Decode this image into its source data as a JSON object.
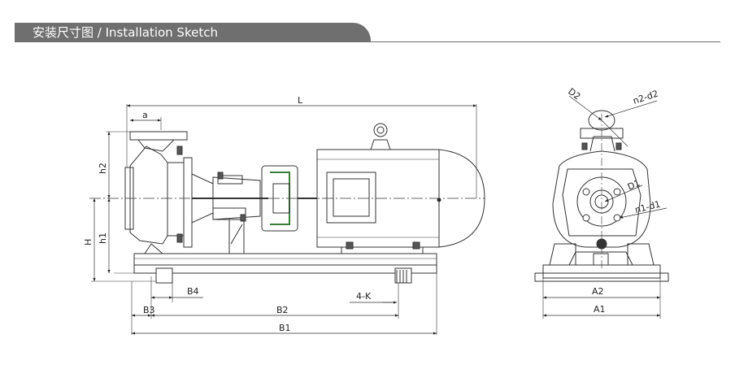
{
  "header": {
    "title": "安装尺寸图 / Installation Sketch",
    "accent_color": "#6f6f6f"
  },
  "side_view": {
    "labels": {
      "L": "L",
      "a": "a",
      "h2": "h2",
      "h1": "h1",
      "H": "H",
      "B4": "B4",
      "B3": "B3",
      "B2": "B2",
      "B1": "B1",
      "four_K": "4-K"
    }
  },
  "end_view": {
    "labels": {
      "D2": "D2",
      "n2_d2": "n2-d2",
      "D1": "D1",
      "n1_d1": "n1-d1",
      "A2": "A2",
      "A1": "A1"
    }
  }
}
